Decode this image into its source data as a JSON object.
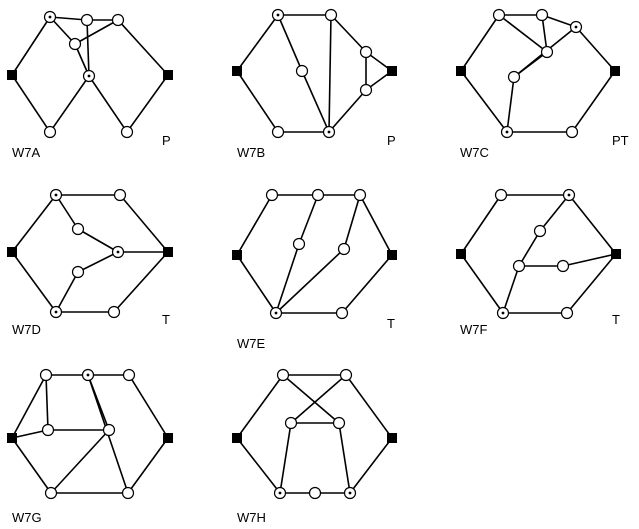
{
  "panels": [
    {
      "id": "W7A",
      "label": "W7A",
      "tag": "P"
    },
    {
      "id": "W7B",
      "label": "W7B",
      "tag": "P"
    },
    {
      "id": "W7C",
      "label": "W7C",
      "tag": "PT"
    },
    {
      "id": "W7D",
      "label": "W7D",
      "tag": "T"
    },
    {
      "id": "W7E",
      "label": "W7E",
      "tag": "T"
    },
    {
      "id": "W7F",
      "label": "W7F",
      "tag": "T"
    },
    {
      "id": "W7G",
      "label": "W7G",
      "tag": ""
    },
    {
      "id": "W7H",
      "label": "W7H",
      "tag": ""
    }
  ]
}
